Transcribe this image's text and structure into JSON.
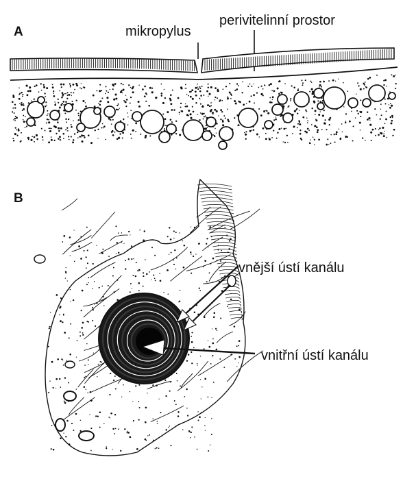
{
  "panels": {
    "a": {
      "letter": "A",
      "labels": {
        "micropyle": "mikropylus",
        "perivitelline_space": "perivitelinní prostor"
      }
    },
    "b": {
      "letter": "B",
      "labels": {
        "outer_opening": "vnější ústí kanálu",
        "inner_opening": "vnitřní ústí kanálu"
      }
    }
  },
  "colors": {
    "ink": "#111111",
    "background": "#ffffff",
    "pointer": "#ffffff"
  }
}
